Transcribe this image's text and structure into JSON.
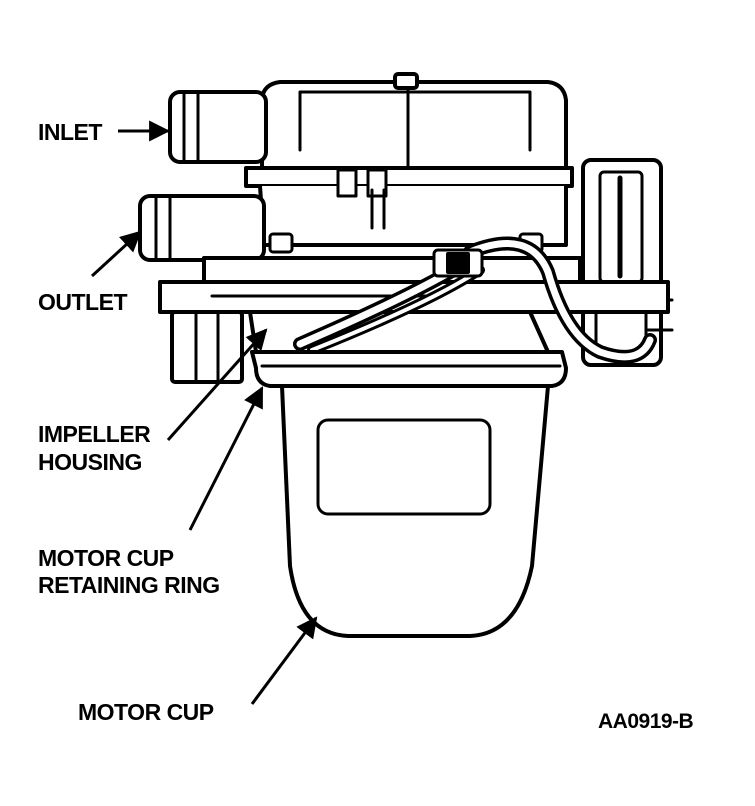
{
  "labels": {
    "inlet": "INLET",
    "outlet": "OUTLET",
    "impeller_line1": "IMPELLER",
    "impeller_line2": "HOUSING",
    "ring_line1": "MOTOR CUP",
    "ring_line2": "RETAINING RING",
    "motor_cup": "MOTOR CUP"
  },
  "figure_code": "AA0919-B",
  "colors": {
    "ink": "#000000",
    "paper": "#ffffff",
    "shade": "#7a7a7a"
  }
}
